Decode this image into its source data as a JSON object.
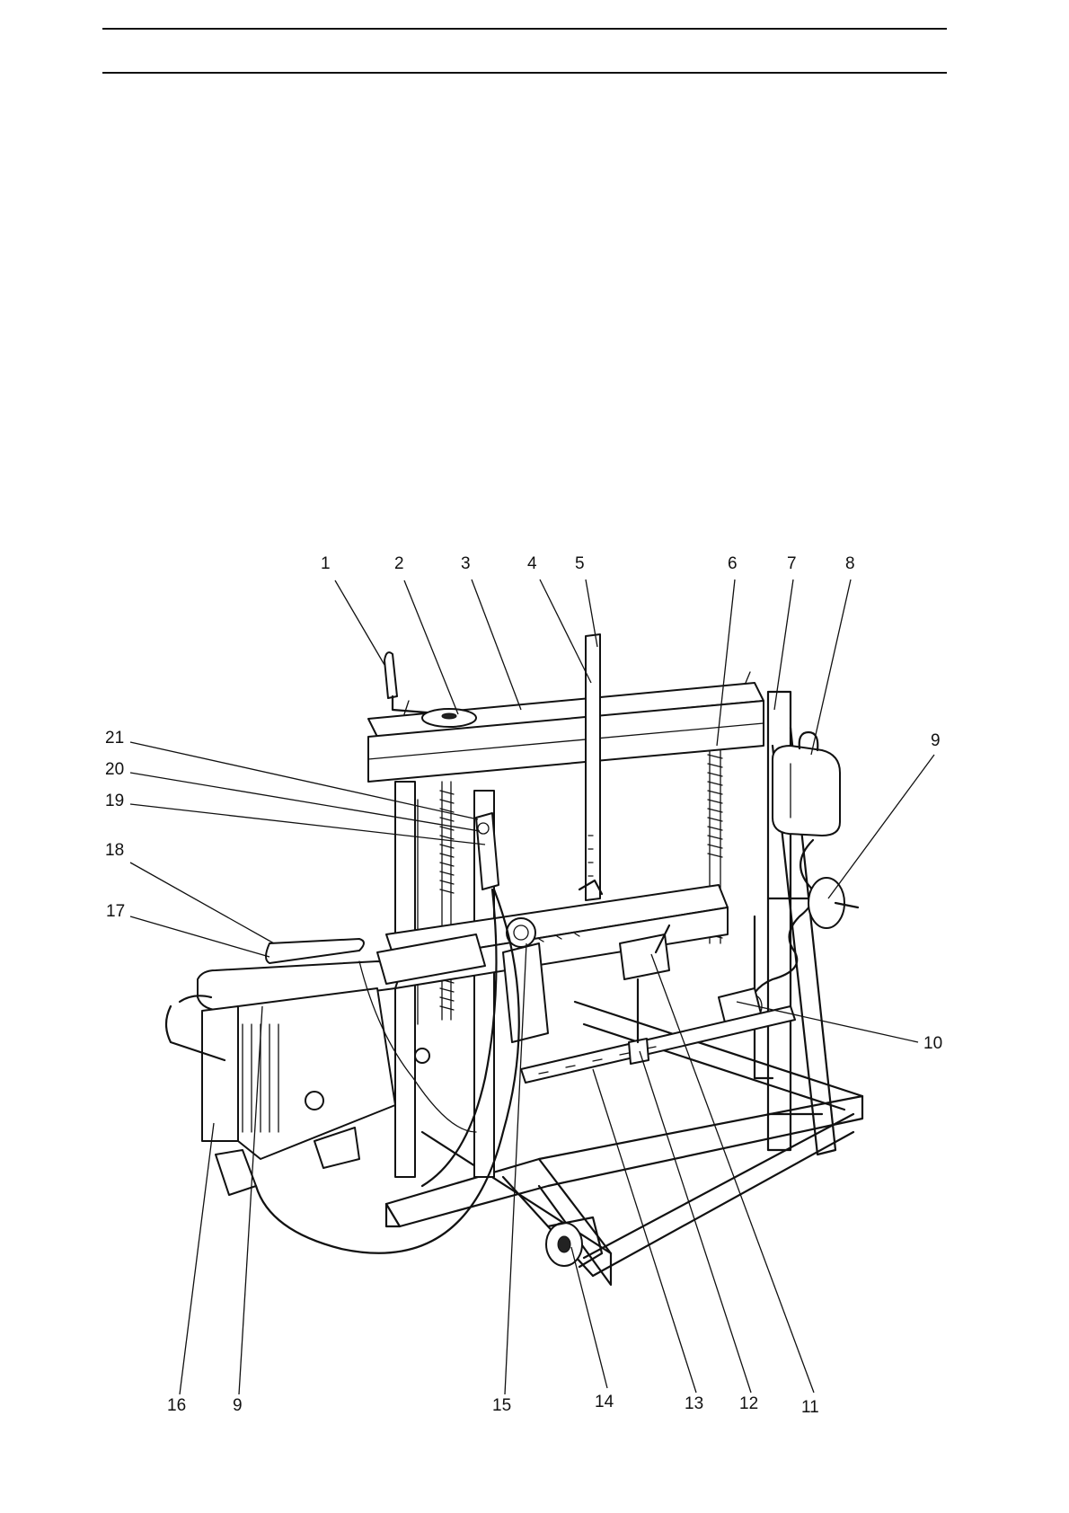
{
  "figure": {
    "callouts": [
      {
        "id": "c1",
        "text": "1"
      },
      {
        "id": "c2",
        "text": "2"
      },
      {
        "id": "c3",
        "text": "3"
      },
      {
        "id": "c4",
        "text": "4"
      },
      {
        "id": "c5",
        "text": "5"
      },
      {
        "id": "c6",
        "text": "6"
      },
      {
        "id": "c7",
        "text": "7"
      },
      {
        "id": "c8",
        "text": "8"
      },
      {
        "id": "c9a",
        "text": "9"
      },
      {
        "id": "c10",
        "text": "10"
      },
      {
        "id": "c11",
        "text": "11"
      },
      {
        "id": "c12",
        "text": "12"
      },
      {
        "id": "c13",
        "text": "13"
      },
      {
        "id": "c14",
        "text": "14"
      },
      {
        "id": "c15",
        "text": "15"
      },
      {
        "id": "c9b",
        "text": "9"
      },
      {
        "id": "c16",
        "text": "16"
      },
      {
        "id": "c17",
        "text": "17"
      },
      {
        "id": "c18",
        "text": "18"
      },
      {
        "id": "c19",
        "text": "19"
      },
      {
        "id": "c20",
        "text": "20"
      },
      {
        "id": "c21",
        "text": "21"
      }
    ]
  }
}
